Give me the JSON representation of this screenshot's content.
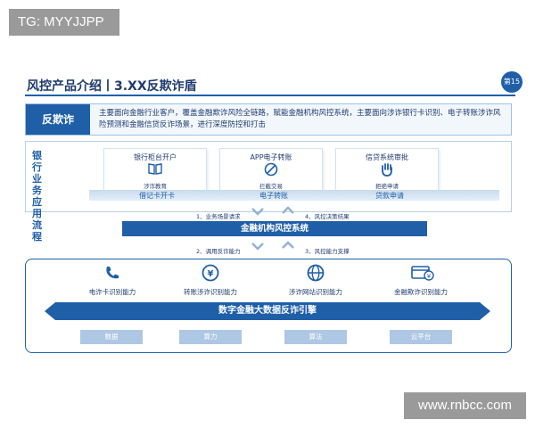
{
  "watermark_top": "TG: MYYJJPP",
  "watermark_bottom": "www.rnbcc.com",
  "slide": {
    "title": "风控产品介绍丨3.XX反欺诈盾",
    "page_badge": "第15页"
  },
  "intro": {
    "label": "反欺诈",
    "text": "主要面向金融行业客户，覆盖金融欺诈风险全链路，赋能金融机构风控系统，主要面向涉诈银行卡识别、电子转账涉诈风险预测和金融信贷反诈场景，进行深度防控和打击"
  },
  "flow_label": "银行业务应用流程",
  "business_cards": [
    {
      "title": "银行柜台开户",
      "icon": "book-icon",
      "sub": "涉诈教育"
    },
    {
      "title": "APP电子转账",
      "icon": "block-icon",
      "sub": "拦截交易"
    },
    {
      "title": "信贷系统审批",
      "icon": "hand-stop-icon",
      "sub": "拒绝申请"
    }
  ],
  "stages": [
    "借记卡开卡",
    "电子转账",
    "贷款申请"
  ],
  "flow_steps": {
    "step1": "1、业务场景请求",
    "step2": "2、调用反诈能力",
    "step3": "3、风控能力支撑",
    "step4": "4、风控决策结果"
  },
  "core_system": "金融机构风控系统",
  "abilities": [
    {
      "label": "电诈卡识别能力",
      "icon": "phone-icon"
    },
    {
      "label": "转账涉诈识别能力",
      "icon": "money-icon"
    },
    {
      "label": "涉诈网站识别能力",
      "icon": "globe-icon"
    },
    {
      "label": "金融欺诈识别能力",
      "icon": "card-yen-icon"
    }
  ],
  "engine": "数字金融大数据反诈引擎",
  "foundations": [
    "数据",
    "算力",
    "算法",
    "云平台"
  ],
  "colors": {
    "primary": "#1f5fa8",
    "light": "#aec7e4",
    "text": "#1e3a6e"
  }
}
